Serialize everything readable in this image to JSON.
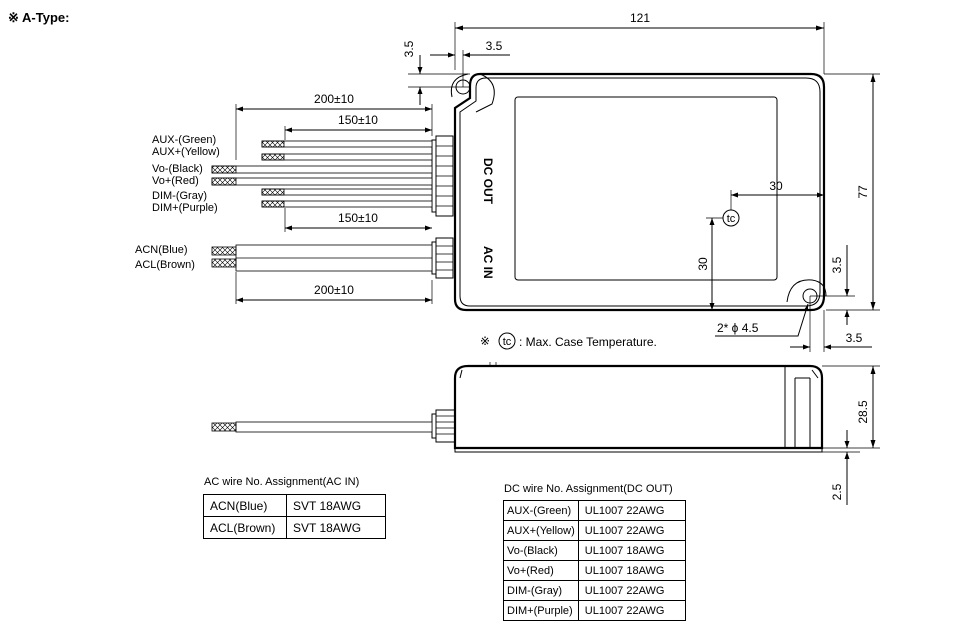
{
  "header": {
    "title": "※ A-Type:"
  },
  "dimensions": {
    "width_total": "121",
    "height_total": "77",
    "body_height": "28.5",
    "foot_height": "2.5",
    "hole_offset_top": "3.5",
    "hole_offset_left": "3.5",
    "hole_offset_right_v": "3.5",
    "hole_offset_right_h": "3.5",
    "hole_spec": "2* ϕ 4.5",
    "tc_offset_x": "30",
    "tc_offset_y": "30",
    "wire_long_top": "200±10",
    "wire_short_top": "150±10",
    "wire_short_mid": "150±10",
    "wire_long_bottom": "200±10"
  },
  "case_labels": {
    "dc_out": "DC OUT",
    "ac_in": "AC IN"
  },
  "tc": {
    "symbol": "tc",
    "note_prefix": "※",
    "note_text": ": Max. Case Temperature."
  },
  "wire_labels": [
    "AUX-(Green)",
    "AUX+(Yellow)",
    "Vo-(Black)",
    "Vo+(Red)",
    "DIM-(Gray)",
    "DIM+(Purple)",
    "ACN(Blue)",
    "ACL(Brown)"
  ],
  "ac_table": {
    "title": "AC wire No. Assignment(AC IN)",
    "rows": [
      {
        "wire": "ACN(Blue)",
        "spec": "SVT 18AWG"
      },
      {
        "wire": "ACL(Brown)",
        "spec": "SVT 18AWG"
      }
    ]
  },
  "dc_table": {
    "title": "DC wire No. Assignment(DC OUT)",
    "rows": [
      {
        "wire": "AUX-(Green)",
        "spec": "UL1007 22AWG"
      },
      {
        "wire": "AUX+(Yellow)",
        "spec": "UL1007 22AWG"
      },
      {
        "wire": "Vo-(Black)",
        "spec": "UL1007 18AWG"
      },
      {
        "wire": "Vo+(Red)",
        "spec": "UL1007 18AWG"
      },
      {
        "wire": "DIM-(Gray)",
        "spec": "UL1007 22AWG"
      },
      {
        "wire": "DIM+(Purple)",
        "spec": "UL1007 22AWG"
      }
    ]
  }
}
